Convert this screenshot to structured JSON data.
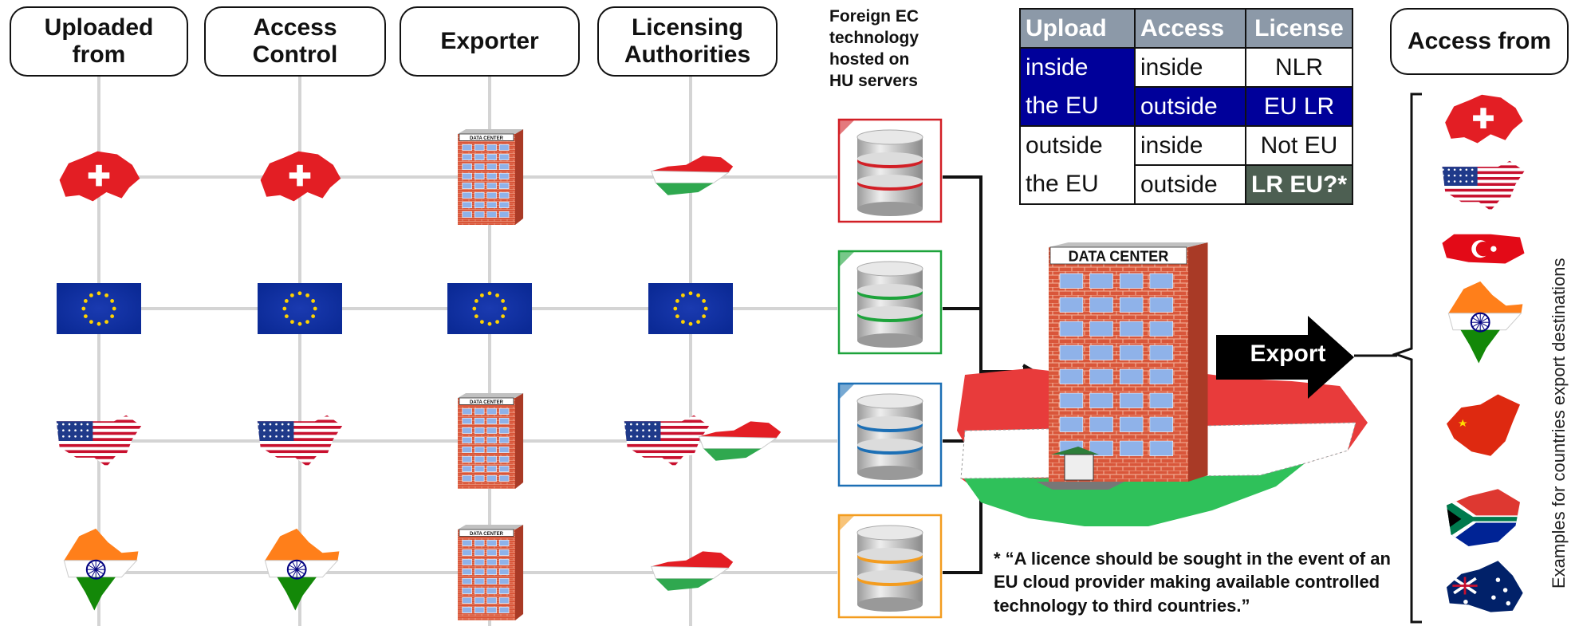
{
  "headers": {
    "uploaded_from": "Uploaded\nfrom",
    "access_control": "Access\nControl",
    "exporter": "Exporter",
    "licensing": "Licensing\nAuthorities",
    "access_from": "Access from"
  },
  "foreign_ec": "Foreign EC\ntechnology\nhosted on\nHU servers",
  "table": {
    "headers": [
      "Upload",
      "Access",
      "License"
    ],
    "rows": [
      {
        "upload": "inside",
        "access": "inside",
        "license": "NLR"
      },
      {
        "upload": "the EU",
        "access": "outside",
        "license": "EU LR"
      },
      {
        "upload": "outside",
        "access": "inside",
        "license": "Not EU"
      },
      {
        "upload": "the EU",
        "access": "outside",
        "license": "LR EU?*"
      }
    ],
    "colors": {
      "header_bg": "#8c99a8",
      "highlight": "#00009a",
      "question": "#4d5f52"
    }
  },
  "data_center_label": "DATA CENTER",
  "export_label": "Export",
  "footnote": "* “A licence should be sought in the event of an EU cloud provider making available controlled technology to third countries.”",
  "side_label": "Examples for countries export destinations",
  "rows": [
    {
      "uploaded": "switzerland-map-icon",
      "access": "switzerland-map-icon",
      "exporter": "data-center-icon",
      "licensing": "hungary-map-icon",
      "server_color": "#d21f26"
    },
    {
      "uploaded": "eu-flag-icon",
      "access": "eu-flag-icon",
      "exporter": "eu-flag-icon",
      "licensing": "eu-flag-icon",
      "server_color": "#1da33b"
    },
    {
      "uploaded": "usa-map-icon",
      "access": "usa-map-icon",
      "exporter": "data-center-icon",
      "licensing": "usa-hungary-map-icon",
      "server_color": "#1c6fb5"
    },
    {
      "uploaded": "india-map-icon",
      "access": "india-map-icon",
      "exporter": "data-center-icon",
      "licensing": "hungary-map-icon",
      "server_color": "#f39c1f"
    }
  ],
  "destinations": [
    "switzerland-map-icon",
    "usa-map-icon",
    "turkey-map-icon",
    "india-map-icon",
    "china-map-icon",
    "south-africa-map-icon",
    "australia-map-icon"
  ]
}
